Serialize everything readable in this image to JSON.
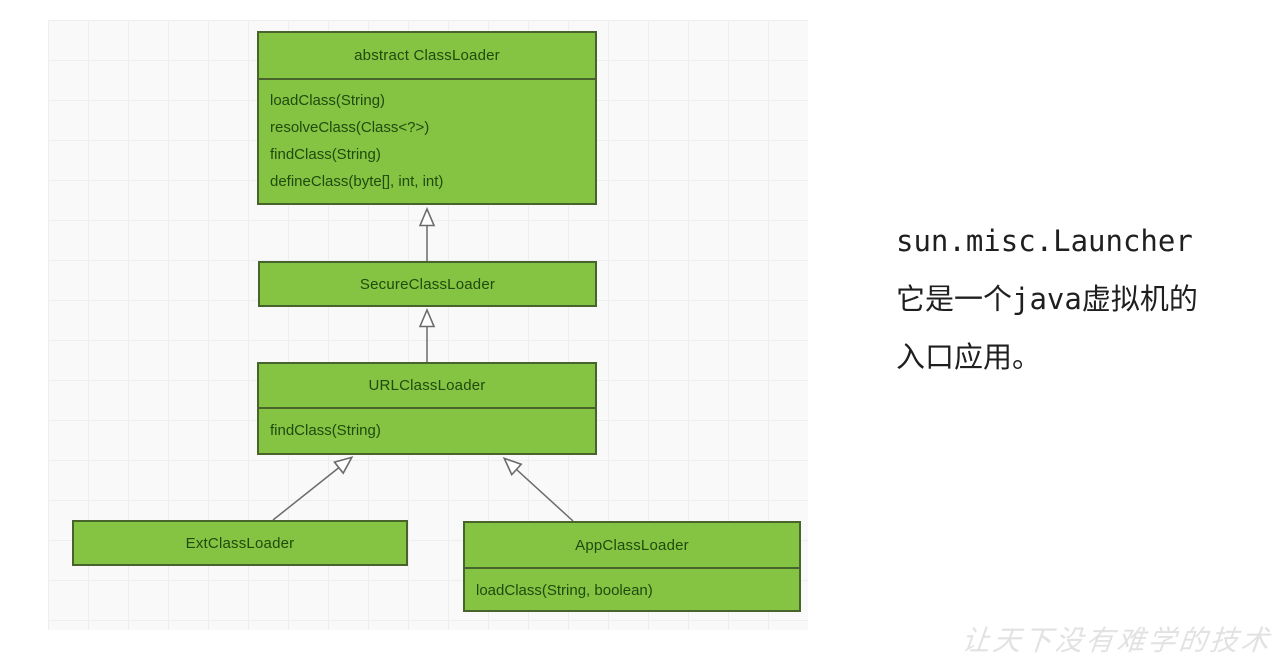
{
  "diagram": {
    "classes": [
      {
        "id": "classloader",
        "title": "abstract ClassLoader",
        "methods": [
          "loadClass(String)",
          "resolveClass(Class<?>)",
          "findClass(String)",
          "defineClass(byte[], int, int)"
        ]
      },
      {
        "id": "secureclassloader",
        "title": "SecureClassLoader",
        "methods": []
      },
      {
        "id": "urlclassloader",
        "title": "URLClassLoader",
        "methods": [
          "findClass(String)"
        ]
      },
      {
        "id": "extclassloader",
        "title": "ExtClassLoader",
        "methods": []
      },
      {
        "id": "appclassloader",
        "title": "AppClassLoader",
        "methods": [
          "loadClass(String, boolean)"
        ]
      }
    ],
    "relations": [
      {
        "from": "SecureClassLoader",
        "to": "abstract ClassLoader",
        "type": "inheritance"
      },
      {
        "from": "URLClassLoader",
        "to": "SecureClassLoader",
        "type": "inheritance"
      },
      {
        "from": "ExtClassLoader",
        "to": "URLClassLoader",
        "type": "inheritance"
      },
      {
        "from": "AppClassLoader",
        "to": "URLClassLoader",
        "type": "inheritance"
      }
    ]
  },
  "annotation": {
    "line1": "sun.misc.Launcher",
    "line2": "它是一个java虚拟机的",
    "line3": "入口应用。"
  },
  "watermark_text": "让天下没有难学的技术",
  "colors": {
    "box_fill": "#85c342",
    "box_border": "#48642c",
    "box_text": "#1f4b0f",
    "canvas_bg": "#f9f9f9",
    "grid_line": "#eeeeee",
    "arrow_stroke": "#6b6b6b",
    "annotation_text": "#1f1f1f",
    "watermark_text_color": "#e2e2e2"
  }
}
